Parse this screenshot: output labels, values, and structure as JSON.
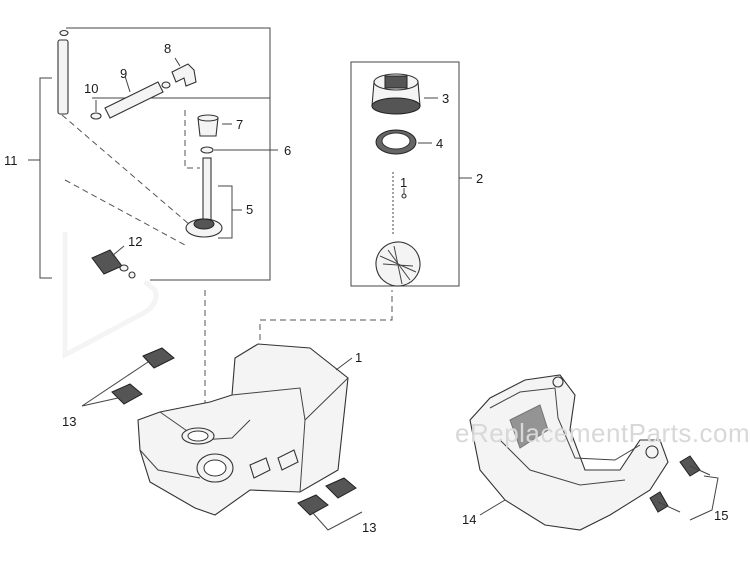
{
  "watermark": "eReplacementParts.com",
  "callouts": {
    "c1_tank": "1",
    "c1_small": "1",
    "c2": "2",
    "c3": "3",
    "c4": "4",
    "c5": "5",
    "c6": "6",
    "c7": "7",
    "c8": "8",
    "c9": "9",
    "c10": "10",
    "c11": "11",
    "c12": "12",
    "c13_left": "13",
    "c13_bottom": "13",
    "c14": "14",
    "c15": "15"
  }
}
